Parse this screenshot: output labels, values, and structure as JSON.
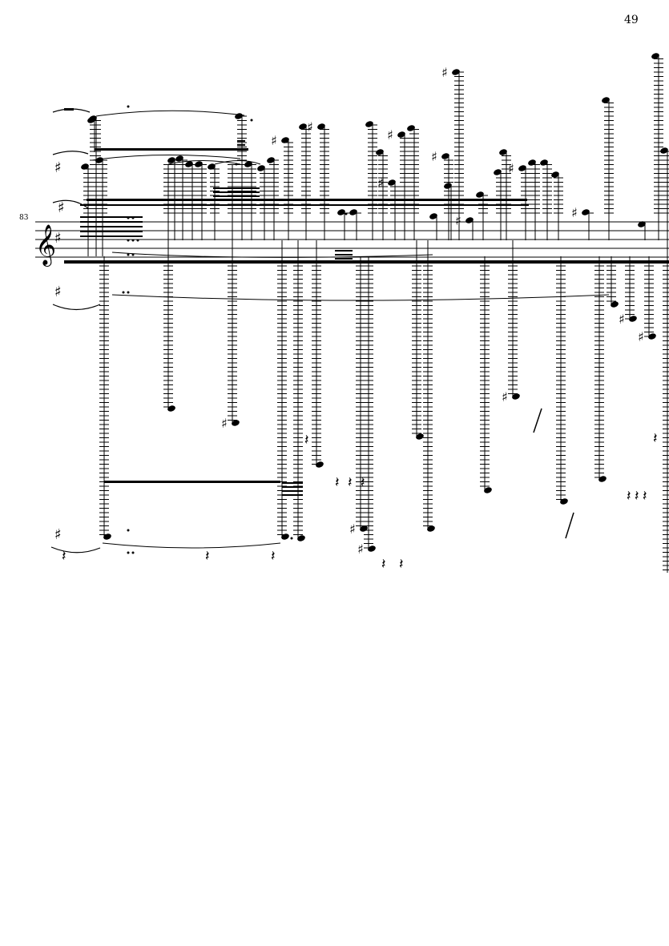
{
  "page": {
    "number": "49"
  },
  "system": {
    "measure_number": "83",
    "clef": "treble-clef",
    "key_signature": "one-sharp",
    "ink_color": "#000000",
    "background_color": "#ffffff"
  }
}
